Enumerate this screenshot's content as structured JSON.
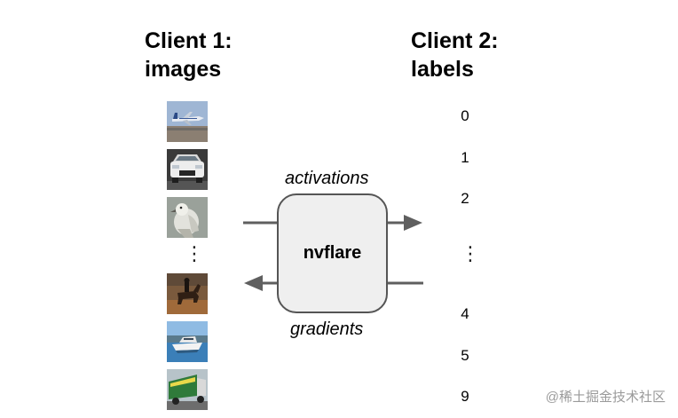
{
  "client1": {
    "title_line1": "Client 1:",
    "title_line2": "images"
  },
  "client2": {
    "title_line1": "Client 2:",
    "title_line2": "labels"
  },
  "labels": [
    "0",
    "1",
    "2",
    "4",
    "5",
    "9"
  ],
  "ellipsis": "⋮",
  "center": {
    "name": "nvflare",
    "forward": "activations",
    "backward": "gradients"
  },
  "images": [
    "airplane",
    "automobile",
    "bird",
    "horse",
    "ship",
    "truck"
  ],
  "watermark": "@稀土掘金技术社区",
  "colors": {
    "box_fill": "#efefef",
    "box_border": "#555555",
    "arrow": "#5f5f5f"
  }
}
